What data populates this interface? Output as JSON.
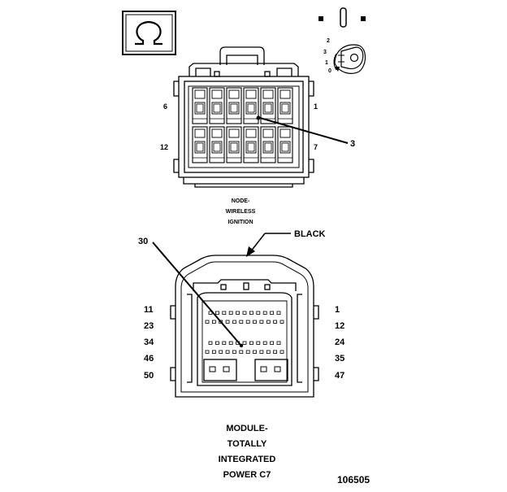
{
  "top_connector": {
    "caption_lines": [
      "NODE-",
      "WIRELESS",
      "IGNITION"
    ],
    "pin_labels": {
      "top_left": "6",
      "top_right": "1",
      "bottom_left": "12",
      "bottom_right": "7"
    },
    "callout": "3",
    "key_position_labels": [
      "2",
      "3",
      "1",
      "0"
    ],
    "icon": "omega-symbol-icon"
  },
  "bottom_connector": {
    "color_label": "BLACK",
    "callout": "30",
    "left_pin_labels": [
      "11",
      "23",
      "34",
      "46",
      "50"
    ],
    "right_pin_labels": [
      "1",
      "12",
      "24",
      "35",
      "47"
    ],
    "caption_lines": [
      "MODULE-",
      "TOTALLY",
      "INTEGRATED",
      "POWER C7"
    ]
  },
  "figure_number": "106505"
}
